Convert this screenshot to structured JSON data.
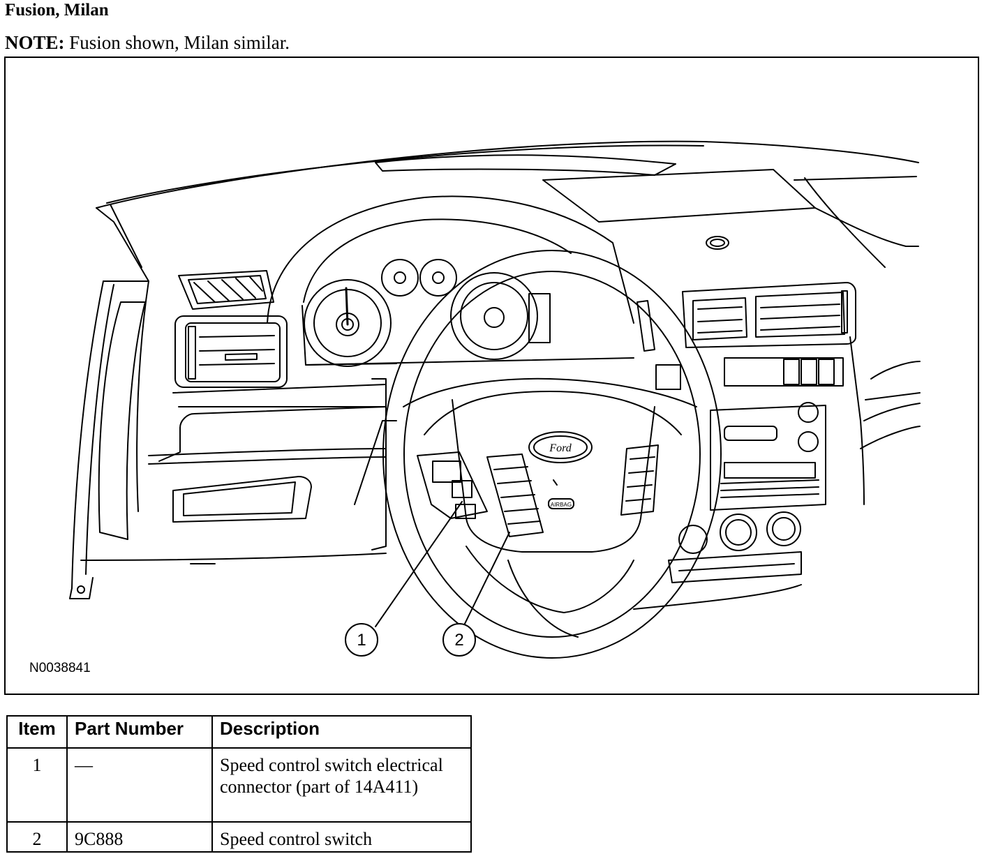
{
  "section_title": "Fusion, Milan",
  "note": {
    "label": "NOTE:",
    "text": "Fusion shown, Milan similar."
  },
  "figure": {
    "figure_id": "N0038841",
    "callouts": [
      "1",
      "2"
    ],
    "steering_emblem": "Ford",
    "airbag_label": "AIRBAG"
  },
  "parts_table": {
    "headers": [
      "Item",
      "Part Number",
      "Description"
    ],
    "rows": [
      {
        "item": "1",
        "part_number": "—",
        "description": "Speed control switch electrical connector (part of 14A411)"
      },
      {
        "item": "2",
        "part_number": "9C888",
        "description": "Speed control switch"
      }
    ]
  }
}
